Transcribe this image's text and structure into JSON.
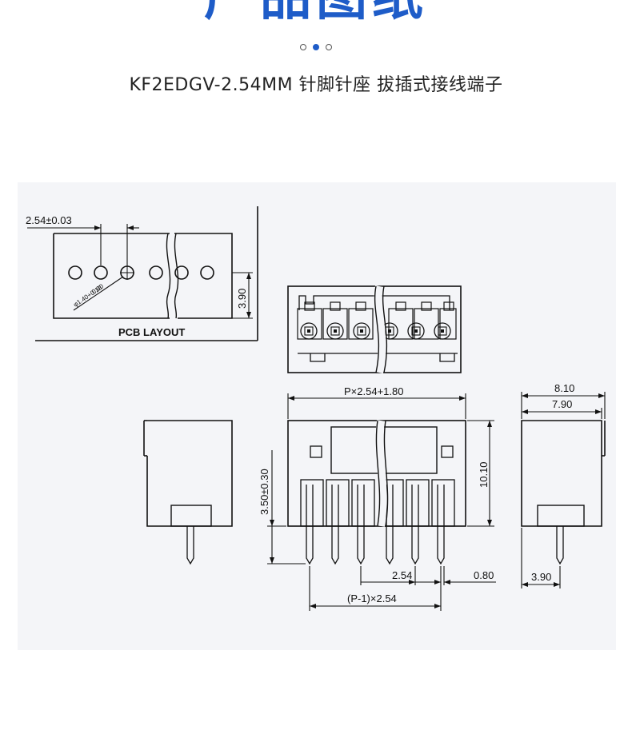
{
  "header": {
    "title": "产品图纸",
    "dots": [
      false,
      true,
      false
    ],
    "subtitle": "KF2EDGV-2.54MM  针脚针座 拔插式接线端子"
  },
  "drawing": {
    "pcb": {
      "pitch_label": "2.54±0.03",
      "hole_label_top": "φ1.40+0.10",
      "hole_label_bottom": "0.00",
      "height_label": "3.90",
      "caption": "PCB LAYOUT"
    },
    "front": {
      "width_label": "P×2.54+1.80",
      "height_label": "10.10",
      "pin_height_label": "3.50±0.30",
      "pitch_label": "2.54",
      "edge_label": "0.80",
      "span_label": "(P-1)×2.54"
    },
    "side": {
      "outer_label": "8.10",
      "inner_label": "7.90",
      "pin_offset_label": "3.90"
    }
  },
  "colors": {
    "accent": "#1e5cc8",
    "line": "#111111",
    "panel": "#f4f5f8"
  }
}
